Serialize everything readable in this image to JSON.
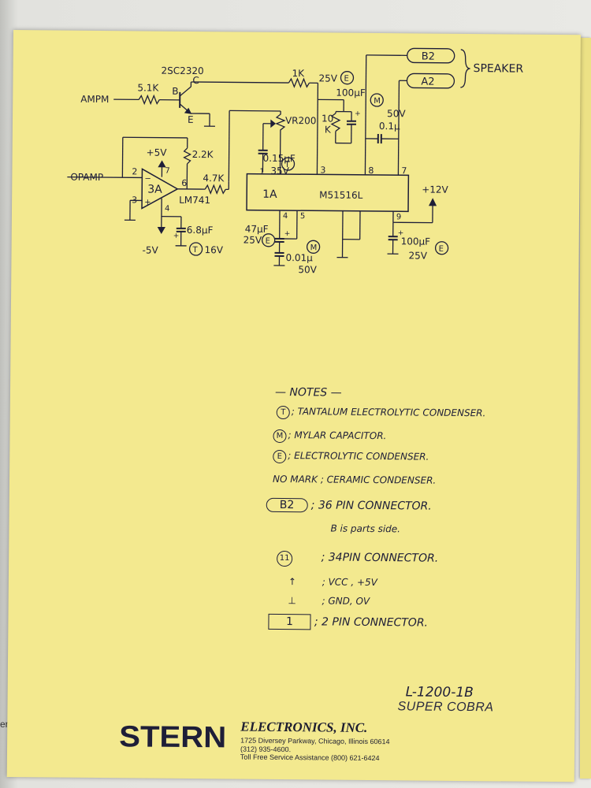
{
  "edge_text": "ern El",
  "schematic": {
    "transistor": {
      "part": "2SC2320",
      "pin_b": "B",
      "pin_c": "C",
      "pin_e": "E"
    },
    "inputs": {
      "ampm": "AMPM",
      "opamp": "OPAMP"
    },
    "resistors": {
      "r1": "5.1K",
      "r2": "1K",
      "r3": "2.2K",
      "r4": "4.7K",
      "r5": "10",
      "r5_unit": "K",
      "vr": "VR200"
    },
    "opamp": {
      "label": "3A",
      "part": "LM741",
      "pin2": "2",
      "pin3": "3",
      "pin4": "4",
      "pin6": "6",
      "pin7": "7",
      "plus": "+",
      "minus": "−",
      "vplus": "+5V",
      "vminus": "-5V"
    },
    "caps": {
      "c1": "0.15μF",
      "c1_v": "35V",
      "c1_mark": "T",
      "c2": "6.8μF",
      "c2_v": "16V",
      "c2_mark": "T",
      "c3": "47μF",
      "c3_v": "25V",
      "c3_mark": "E",
      "c4": "0.01μ",
      "c4_v": "50V",
      "c4_mark": "M",
      "c5": "100μF",
      "c5_v": "25V",
      "c5_mark": "E",
      "c6": "100μF",
      "c6_v": "25V",
      "c6_mark": "E",
      "c7": "0.1μ",
      "c7_v": "50V",
      "c7_mark": "M",
      "plus": "+"
    },
    "ic": {
      "label": "1A",
      "part": "M51516L",
      "pins": {
        "p1": "1",
        "p3": "3",
        "p4": "4",
        "p5": "5",
        "p7": "7",
        "p8": "8",
        "p9": "9"
      }
    },
    "supply": "+12V",
    "speaker": {
      "b2": "B2",
      "a2": "A2",
      "label": "SPEAKER"
    }
  },
  "notes": {
    "title": "— NOTES —",
    "t_mark": "T",
    "t_text": "; TANTALUM ELECTROLYTIC CONDENSER.",
    "m_mark": "M",
    "m_text": "; MYLAR CAPACITOR.",
    "e_mark": "E",
    "e_text": "; ELECTROLYTIC CONDENSER.",
    "nm_text": "NO MARK ; CERAMIC CONDENSER.",
    "b2_mark": "B2",
    "b2_text": "; 36 PIN CONNECTOR.",
    "b2_sub": "B is parts side.",
    "p11_mark": "11",
    "p11_text": "; 34PIN CONNECTOR.",
    "vcc_mark": "↑",
    "vcc_text": "; VCC , +5V",
    "gnd_mark": "⊥",
    "gnd_text": "; GND, OV",
    "box_mark": "1",
    "box_text": "; 2 PIN CONNECTOR."
  },
  "footer": {
    "doc_id": "L-1200-1B",
    "title": "SUPER COBRA",
    "brand": "STERN",
    "company": "ELECTRONICS, INC.",
    "address": "1725 Diversey Parkway, Chicago, Illinois 60614",
    "phone": "(312) 935-4600.",
    "tollfree": "Toll Free Service Assistance (800) 621-6424"
  }
}
